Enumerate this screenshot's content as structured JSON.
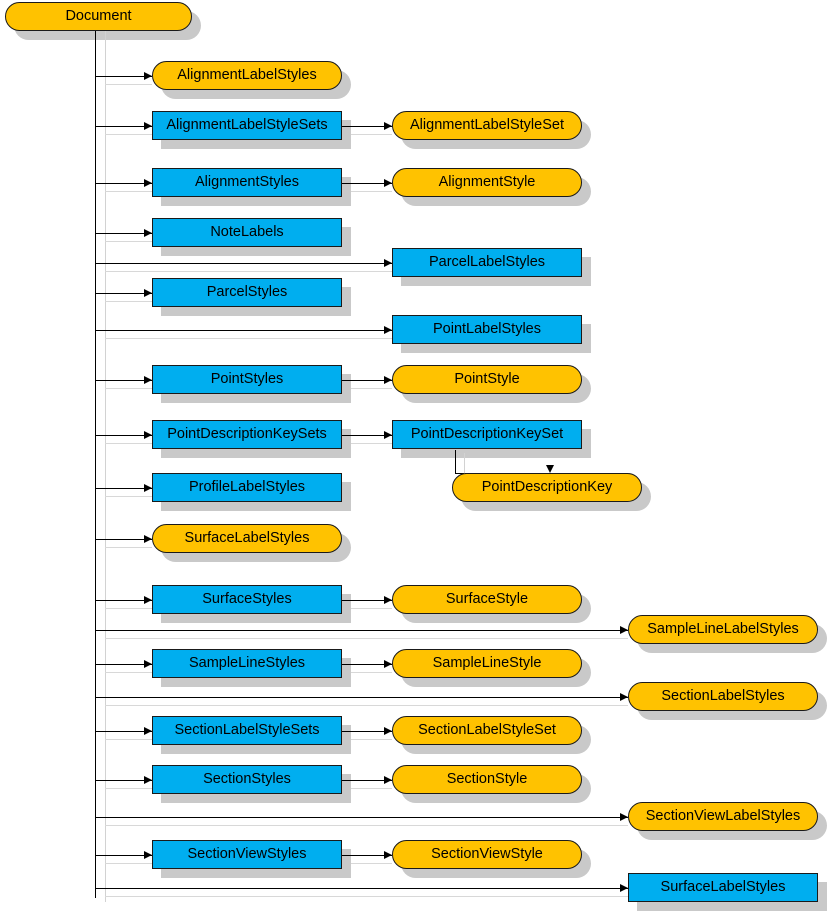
{
  "diagram": {
    "title": "Document",
    "root": {
      "label": "Document",
      "shape": "rounded",
      "color": "#FFC200"
    },
    "colors": {
      "collection": "#00AEEF",
      "item": "#FFC200",
      "shadow": "#c9c9c9",
      "line": "#000000",
      "border": "#1a1a1a"
    },
    "rows": [
      {
        "left": "AlignmentLabelStyles",
        "left_shape": "rounded",
        "left_color": "#FFC200",
        "right": null,
        "right_shape": null,
        "right_color": null,
        "far": null
      },
      {
        "left": "AlignmentLabelStyleSets",
        "left_shape": "rect",
        "left_color": "#00AEEF",
        "right": "AlignmentLabelStyleSet",
        "right_shape": "rounded",
        "right_color": "#FFC200",
        "far": null
      },
      {
        "left": "AlignmentStyles",
        "left_shape": "rect",
        "left_color": "#00AEEF",
        "right": "AlignmentStyle",
        "right_shape": "rounded",
        "right_color": "#FFC200",
        "far": null
      },
      {
        "left": "NoteLabels",
        "left_shape": "rect",
        "left_color": "#00AEEF",
        "right": null,
        "right_shape": null,
        "right_color": null,
        "far": null
      },
      {
        "left": null,
        "left_shape": null,
        "left_color": null,
        "right": "ParcelLabelStyles",
        "right_shape": "rect",
        "right_color": "#00AEEF",
        "far": null
      },
      {
        "left": "ParcelStyles",
        "left_shape": "rect",
        "left_color": "#00AEEF",
        "right": null,
        "right_shape": null,
        "right_color": null,
        "far": null
      },
      {
        "left": null,
        "left_shape": null,
        "left_color": null,
        "right": "PointLabelStyles",
        "right_shape": "rect",
        "right_color": "#00AEEF",
        "far": null
      },
      {
        "left": "PointStyles",
        "left_shape": "rect",
        "left_color": "#00AEEF",
        "right": "PointStyle",
        "right_shape": "rounded",
        "right_color": "#FFC200",
        "far": null
      },
      {
        "left": "PointDescriptionKeySets",
        "left_shape": "rect",
        "left_color": "#00AEEF",
        "right": "PointDescriptionKeySet",
        "right_shape": "rect",
        "right_color": "#00AEEF",
        "far": null
      },
      {
        "left": "ProfileLabelStyles",
        "left_shape": "rect",
        "left_color": "#00AEEF",
        "right": null,
        "right_shape": null,
        "right_color": null,
        "far": null
      },
      {
        "left": "SurfaceLabelStyles",
        "left_shape": "rounded",
        "left_color": "#FFC200",
        "right": null,
        "right_shape": null,
        "right_color": null,
        "far": null
      },
      {
        "left": "SurfaceStyles",
        "left_shape": "rect",
        "left_color": "#00AEEF",
        "right": "SurfaceStyle",
        "right_shape": "rounded",
        "right_color": "#FFC200",
        "far": null
      },
      {
        "left": null,
        "left_shape": null,
        "left_color": null,
        "right": null,
        "right_shape": null,
        "right_color": null,
        "far": "SampleLineLabelStyles",
        "far_shape": "rounded",
        "far_color": "#FFC200"
      },
      {
        "left": "SampleLineStyles",
        "left_shape": "rect",
        "left_color": "#00AEEF",
        "right": "SampleLineStyle",
        "right_shape": "rounded",
        "right_color": "#FFC200",
        "far": null
      },
      {
        "left": null,
        "left_shape": null,
        "left_color": null,
        "right": null,
        "right_shape": null,
        "right_color": null,
        "far": "SectionLabelStyles",
        "far_shape": "rounded",
        "far_color": "#FFC200"
      },
      {
        "left": "SectionLabelStyleSets",
        "left_shape": "rect",
        "left_color": "#00AEEF",
        "right": "SectionLabelStyleSet",
        "right_shape": "rounded",
        "right_color": "#FFC200",
        "far": null
      },
      {
        "left": "SectionStyles",
        "left_shape": "rect",
        "left_color": "#00AEEF",
        "right": "SectionStyle",
        "right_shape": "rounded",
        "right_color": "#FFC200",
        "far": null
      },
      {
        "left": null,
        "left_shape": null,
        "left_color": null,
        "right": null,
        "right_shape": null,
        "right_color": null,
        "far": "SectionViewLabelStyles",
        "far_shape": "rounded",
        "far_color": "#FFC200"
      },
      {
        "left": "SectionViewStyles",
        "left_shape": "rect",
        "left_color": "#00AEEF",
        "right": "SectionViewStyle",
        "right_shape": "rounded",
        "right_color": "#FFC200",
        "far": null
      },
      {
        "left": null,
        "left_shape": null,
        "left_color": null,
        "right": null,
        "right_shape": null,
        "right_color": null,
        "far": "SurfaceLabelStyles",
        "far_shape": "rect",
        "far_color": "#00AEEF"
      }
    ],
    "extra_nodes": [
      {
        "label": "PointDescriptionKey",
        "shape": "rounded",
        "color": "#FFC200",
        "parent": "PointDescriptionKeySet"
      }
    ]
  }
}
